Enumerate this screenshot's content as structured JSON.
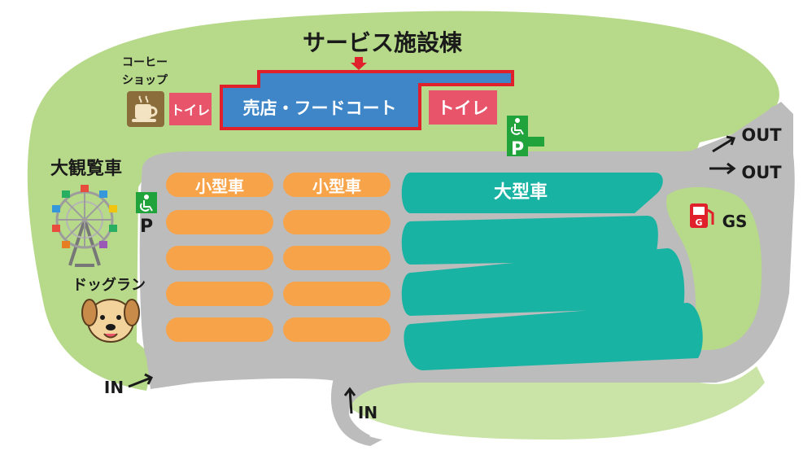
{
  "map": {
    "service_building_title": "サービス施設棟",
    "shop_food_court": "売店・フードコート",
    "toilet_left": "トイレ",
    "toilet_right": "トイレ",
    "coffee_shop_line1": "コーヒー",
    "coffee_shop_line2": "ショップ",
    "ferris_wheel": "大観覧車",
    "dog_run": "ドッグラン",
    "small_car_1": "小型車",
    "small_car_2": "小型車",
    "large_car": "大型車",
    "parking_p_left": "P",
    "parking_p_top": "P",
    "gas_station": "GS",
    "gas_badge": "G",
    "entrance_left": "IN",
    "entrance_bottom": "IN",
    "exit_1": "OUT",
    "exit_2": "OUT"
  },
  "colors": {
    "grass": "#b7d98a",
    "grass_light": "#c9e4a6",
    "road": "#bdbdbd",
    "small_car_spot": "#f7a34a",
    "large_car_spot": "#19b3a4",
    "building": "#3f86c8",
    "building_border": "#e0202a",
    "toilet": "#e8556a",
    "accessible_parking": "#1fa33a",
    "text_dark": "#1a1a1a"
  }
}
